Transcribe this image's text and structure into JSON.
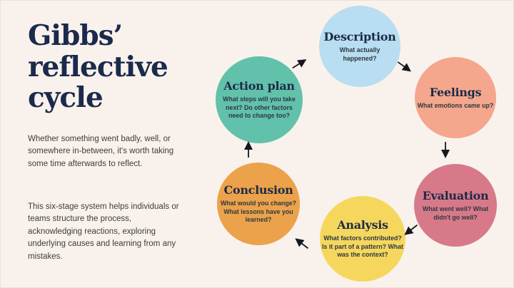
{
  "page": {
    "background_color": "#f9f2ec",
    "title_color": "#1b2a4c",
    "arrow_color": "#15181c"
  },
  "title": "Gibbs’ reflective cycle",
  "intro": {
    "paragraph1": "Whether something went badly, well, or somewhere in-between, it's worth taking some time afterwards to reflect.",
    "paragraph2": "This six-stage system helps individuals or teams structure the process, acknowledging reactions, exploring underlying causes and learning from any mistakes."
  },
  "cycle": {
    "direction": "clockwise",
    "stages": [
      {
        "id": "description",
        "label": "Description",
        "question": "What actually happened?",
        "color": "#b9ddf1"
      },
      {
        "id": "feelings",
        "label": "Feelings",
        "question": "What emotions came up?",
        "color": "#f4a78c"
      },
      {
        "id": "evaluation",
        "label": "Evaluation",
        "question": "What went well? What didn't go well?",
        "color": "#d8798a"
      },
      {
        "id": "analysis",
        "label": "Analysis",
        "question": "What factors contributed? Is it part of a pattern? What was the context?",
        "color": "#f6d75e"
      },
      {
        "id": "conclusion",
        "label": "Conclusion",
        "question": "What would you change? What lessons have you learned?",
        "color": "#eca24a"
      },
      {
        "id": "action_plan",
        "label": "Action plan",
        "question": "What steps will you take next? Do other factors need to change too?",
        "color": "#62c1ab"
      }
    ]
  }
}
